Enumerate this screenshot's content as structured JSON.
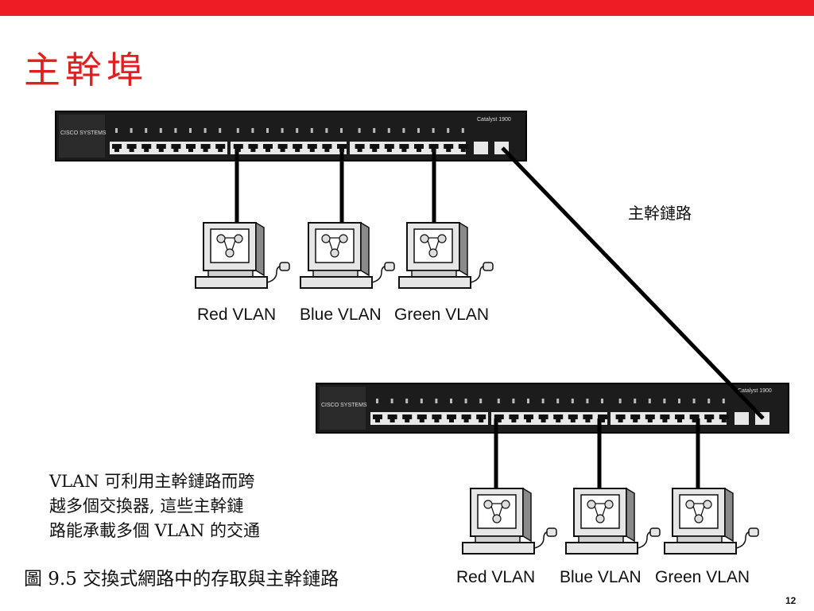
{
  "slide": {
    "title": "主幹埠",
    "trunk_label": "主幹鏈路",
    "description": "VLAN 可利用主幹鏈路而跨\n越多個交換器, 這些主幹鏈\n路能承載多個 VLAN 的交通",
    "caption": "圖 9.5 交換式網路中的存取與主幹鏈路",
    "page_number": "12"
  },
  "switches": [
    {
      "brand": "CISCO SYSTEMS",
      "model": "Catalyst 1900"
    },
    {
      "brand": "CISCO SYSTEMS",
      "model": "Catalyst 1900"
    }
  ],
  "vlans_top": [
    "Red VLAN",
    "Blue VLAN",
    "Green VLAN"
  ],
  "vlans_bottom": [
    "Red VLAN",
    "Blue VLAN",
    "Green VLAN"
  ],
  "colors": {
    "accent_bar": "#ee1c25",
    "title": "#e0201f"
  }
}
